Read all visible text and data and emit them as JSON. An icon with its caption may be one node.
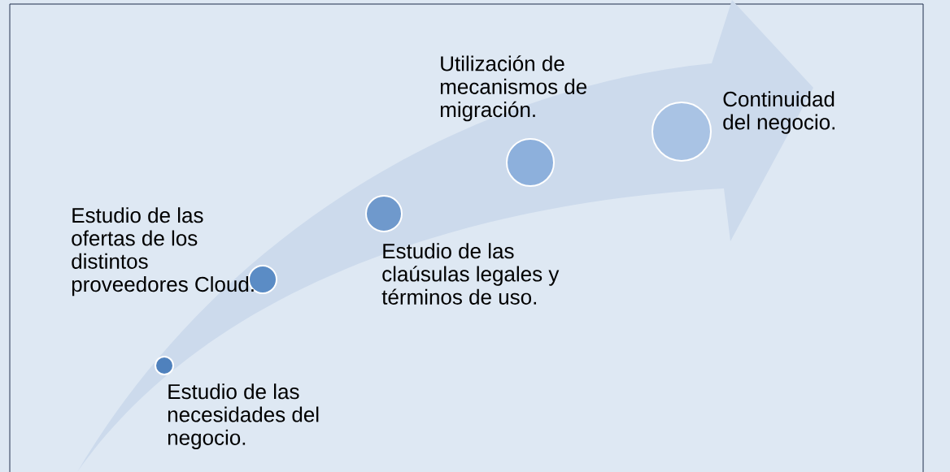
{
  "diagram": {
    "nodes": [
      {
        "text": [],
        "shape": "circle",
        "beside": [
          "Estudio de las necesidades del negocio."
        ]
      },
      {
        "text": [],
        "shape": "circle",
        "beside": [
          "Estudio de las ofertas de los distintos proveedores Cloud."
        ]
      },
      {
        "text": [],
        "shape": "circle",
        "beside": [
          "Estudio de las claúsulas legales y términos de uso."
        ]
      },
      {
        "text": [],
        "shape": "circle",
        "beside": [
          "Utilización de mecanismos de migración."
        ]
      },
      {
        "text": [],
        "shape": "circle",
        "beside": [
          "Continuidad del negocio."
        ]
      }
    ]
  }
}
